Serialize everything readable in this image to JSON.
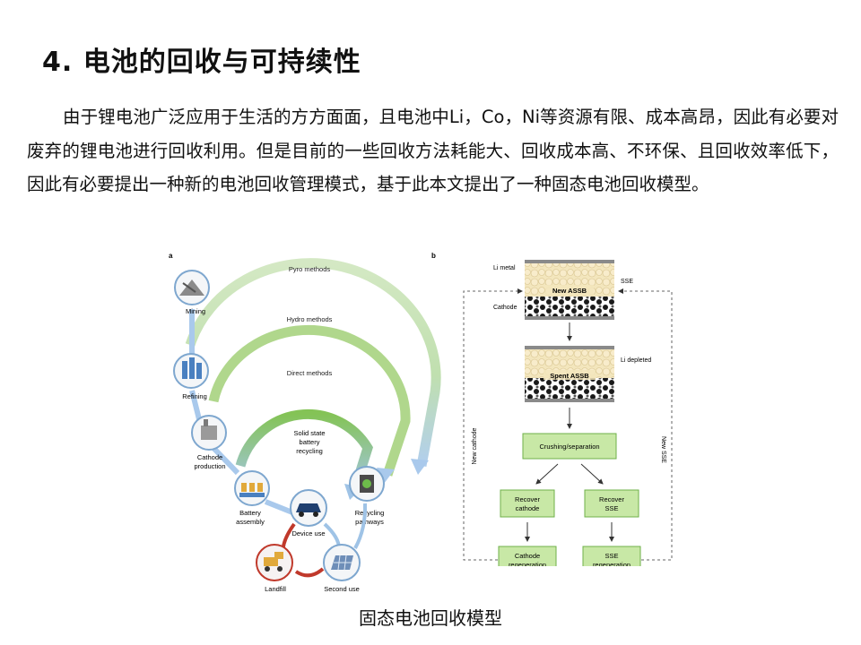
{
  "slide": {
    "title": "4. 电池的回收与可持续性",
    "paragraph": "由于锂电池广泛应用于生活的方方面面，且电池中Li，Co，Ni等资源有限、成本高昂，因此有必要对废弃的锂电池进行回收利用。但是目前的一些回收方法耗能大、回收成本高、不环保、且回收效率低下，因此有必要提出一种新的电池回收管理模式，基于此本文提出了一种固态电池回收模型。",
    "caption": "固态电池回收模型"
  },
  "figure_a": {
    "panel_label": "a",
    "arcs": {
      "pyro": "Pyro methods",
      "hydro": "Hydro methods",
      "direct": "Direct methods"
    },
    "center": [
      "Solid state",
      "battery",
      "recycling"
    ],
    "stages": {
      "mining": [
        "Mining"
      ],
      "refining": [
        "Refining"
      ],
      "cathode_production": [
        "Cathode",
        "production"
      ],
      "battery_assembly": [
        "Battery",
        "assembly"
      ],
      "device_use": [
        "Device use"
      ],
      "landfill": [
        "Landfill"
      ],
      "second_use": [
        "Second use"
      ],
      "recycling_pathways": [
        "Recycling",
        "pathways"
      ]
    },
    "colors": {
      "arc_green": "#8ec86a",
      "arc_blue": "#9fc3e6",
      "landfill_arrow": "#c0392b"
    }
  },
  "figure_b": {
    "panel_label": "b",
    "labels": {
      "li_metal": "Li metal",
      "sse": "SSE",
      "cathode": "Cathode",
      "li_depleted": "Li depleted",
      "new_cathode": "New cathode",
      "new_sse": "New SSE"
    },
    "cells": {
      "new": "New ASSB",
      "spent": "Spent ASSB"
    },
    "boxes": {
      "crushing": "Crushing/separation",
      "recover_cathode": [
        "Recover",
        "cathode"
      ],
      "recover_sse": [
        "Recover",
        "SSE"
      ],
      "cathode_regen": [
        "Cathode",
        "regeneration"
      ],
      "sse_regen": [
        "SSE",
        "regeneration"
      ]
    },
    "colors": {
      "box_fill": "#c8e8a6",
      "box_border": "#6fb04a",
      "sse_layer": "#f0dfae",
      "cathode_particles": "#1a1a1a"
    }
  }
}
